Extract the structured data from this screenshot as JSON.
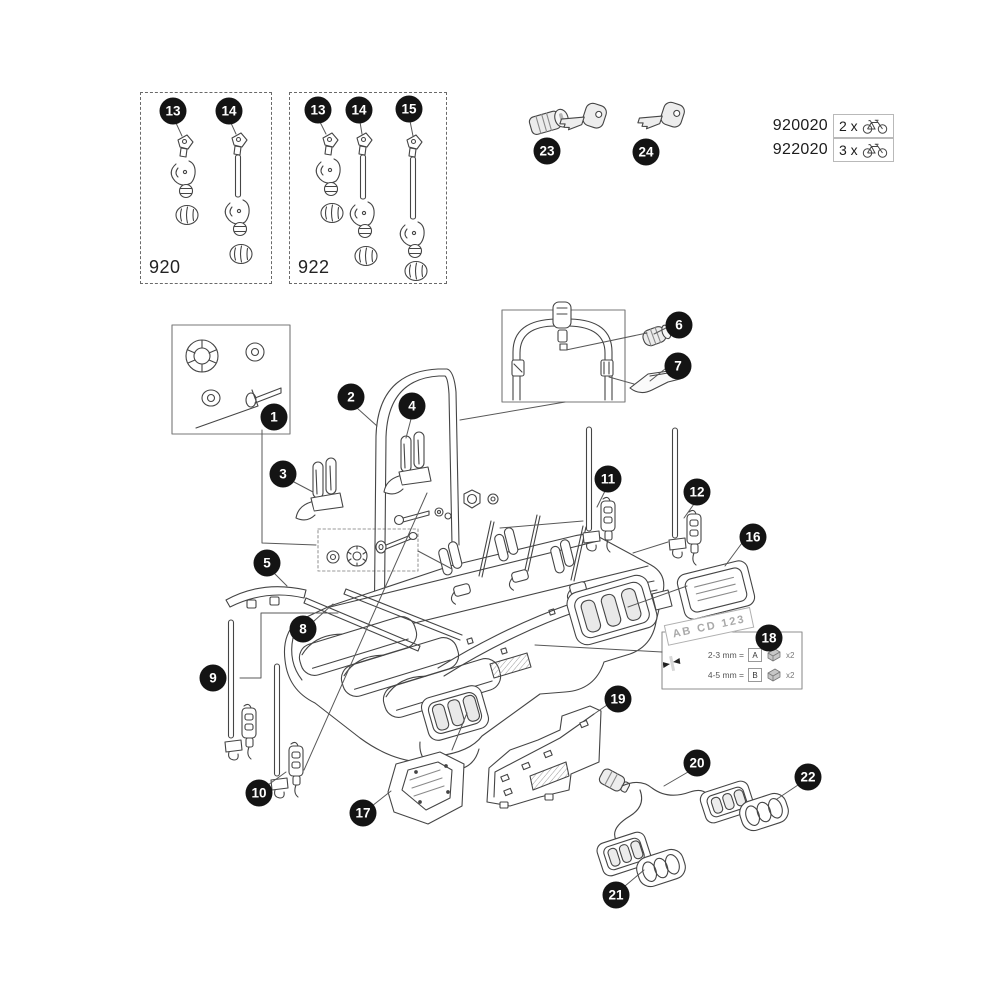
{
  "callouts": {
    "n1": "1",
    "n2": "2",
    "n3": "3",
    "n4": "4",
    "n5": "5",
    "n6": "6",
    "n7": "7",
    "n8": "8",
    "n9": "9",
    "n10": "10",
    "n11": "11",
    "n12": "12",
    "n13": "13",
    "n14": "14",
    "n15": "15",
    "n16": "16",
    "n17": "17",
    "n18": "18",
    "n19": "19",
    "n20": "20",
    "n21": "21",
    "n22": "22",
    "n23": "23",
    "n24": "24"
  },
  "group_boxes": [
    {
      "label": "920",
      "contains_callouts": [
        "13",
        "14"
      ]
    },
    {
      "label": "922",
      "contains_callouts": [
        "13",
        "14",
        "15"
      ]
    }
  ],
  "kit_table": {
    "rows": [
      {
        "code": "920020",
        "qty": "2 x",
        "icon": "bike-icon"
      },
      {
        "code": "922020",
        "qty": "3 x",
        "icon": "bike-icon"
      }
    ]
  },
  "plate_detail": {
    "plate_text": "AB CD 123",
    "rows": [
      {
        "gap": "2-3 mm =",
        "variant": "A",
        "qty": "x2",
        "icon": "clip-icon"
      },
      {
        "gap": "4-5 mm =",
        "variant": "B",
        "qty": "x2",
        "icon": "clip-icon"
      }
    ]
  },
  "icons": {
    "bike": "bike-icon",
    "key": "key-icon",
    "lock": "lock-cylinder-icon",
    "clip": "clip-icon",
    "gap_arrows": "gap-arrows-icon"
  },
  "colors": {
    "line": "#454545",
    "leader": "#555555",
    "callout_bg": "#141414",
    "callout_text": "#ffffff",
    "fill_light": "#e9e9e9",
    "box_border": "#6a6a6a",
    "background": "#ffffff"
  }
}
